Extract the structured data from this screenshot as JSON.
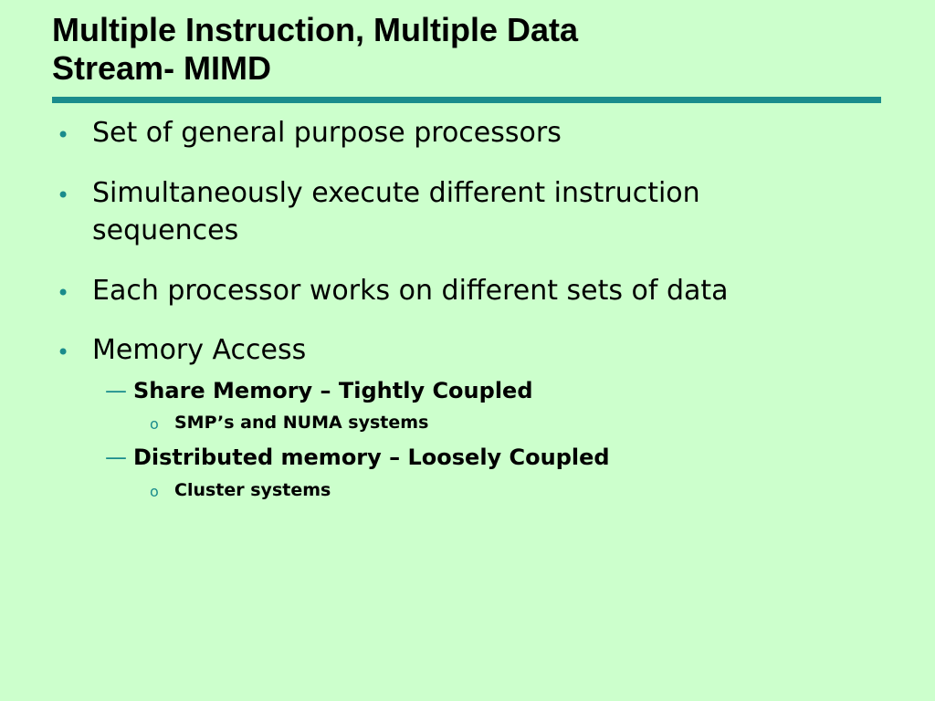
{
  "slide": {
    "title_line1": "Multiple Instruction, Multiple Data",
    "title_line2": "Stream- MIMD",
    "bullets": [
      {
        "text": "Set of general purpose processors"
      },
      {
        "line1": "Simultaneously execute different instruction",
        "line2": "sequences"
      },
      {
        "text": "Each processor works on different sets of data"
      },
      {
        "text": "Memory Access"
      }
    ],
    "sub_bullets": [
      {
        "text": "Share Memory – Tightly Coupled",
        "items": [
          "SMP’s and NUMA systems"
        ]
      },
      {
        "text": "Distributed memory – Loosely Coupled",
        "items": [
          "Cluster systems"
        ]
      }
    ],
    "glyphs": {
      "bullet": "•",
      "dash": "—",
      "circle": "o"
    }
  },
  "colors": {
    "background": "#ccffcc",
    "text": "#000000",
    "accent": "#1a8c8c"
  }
}
